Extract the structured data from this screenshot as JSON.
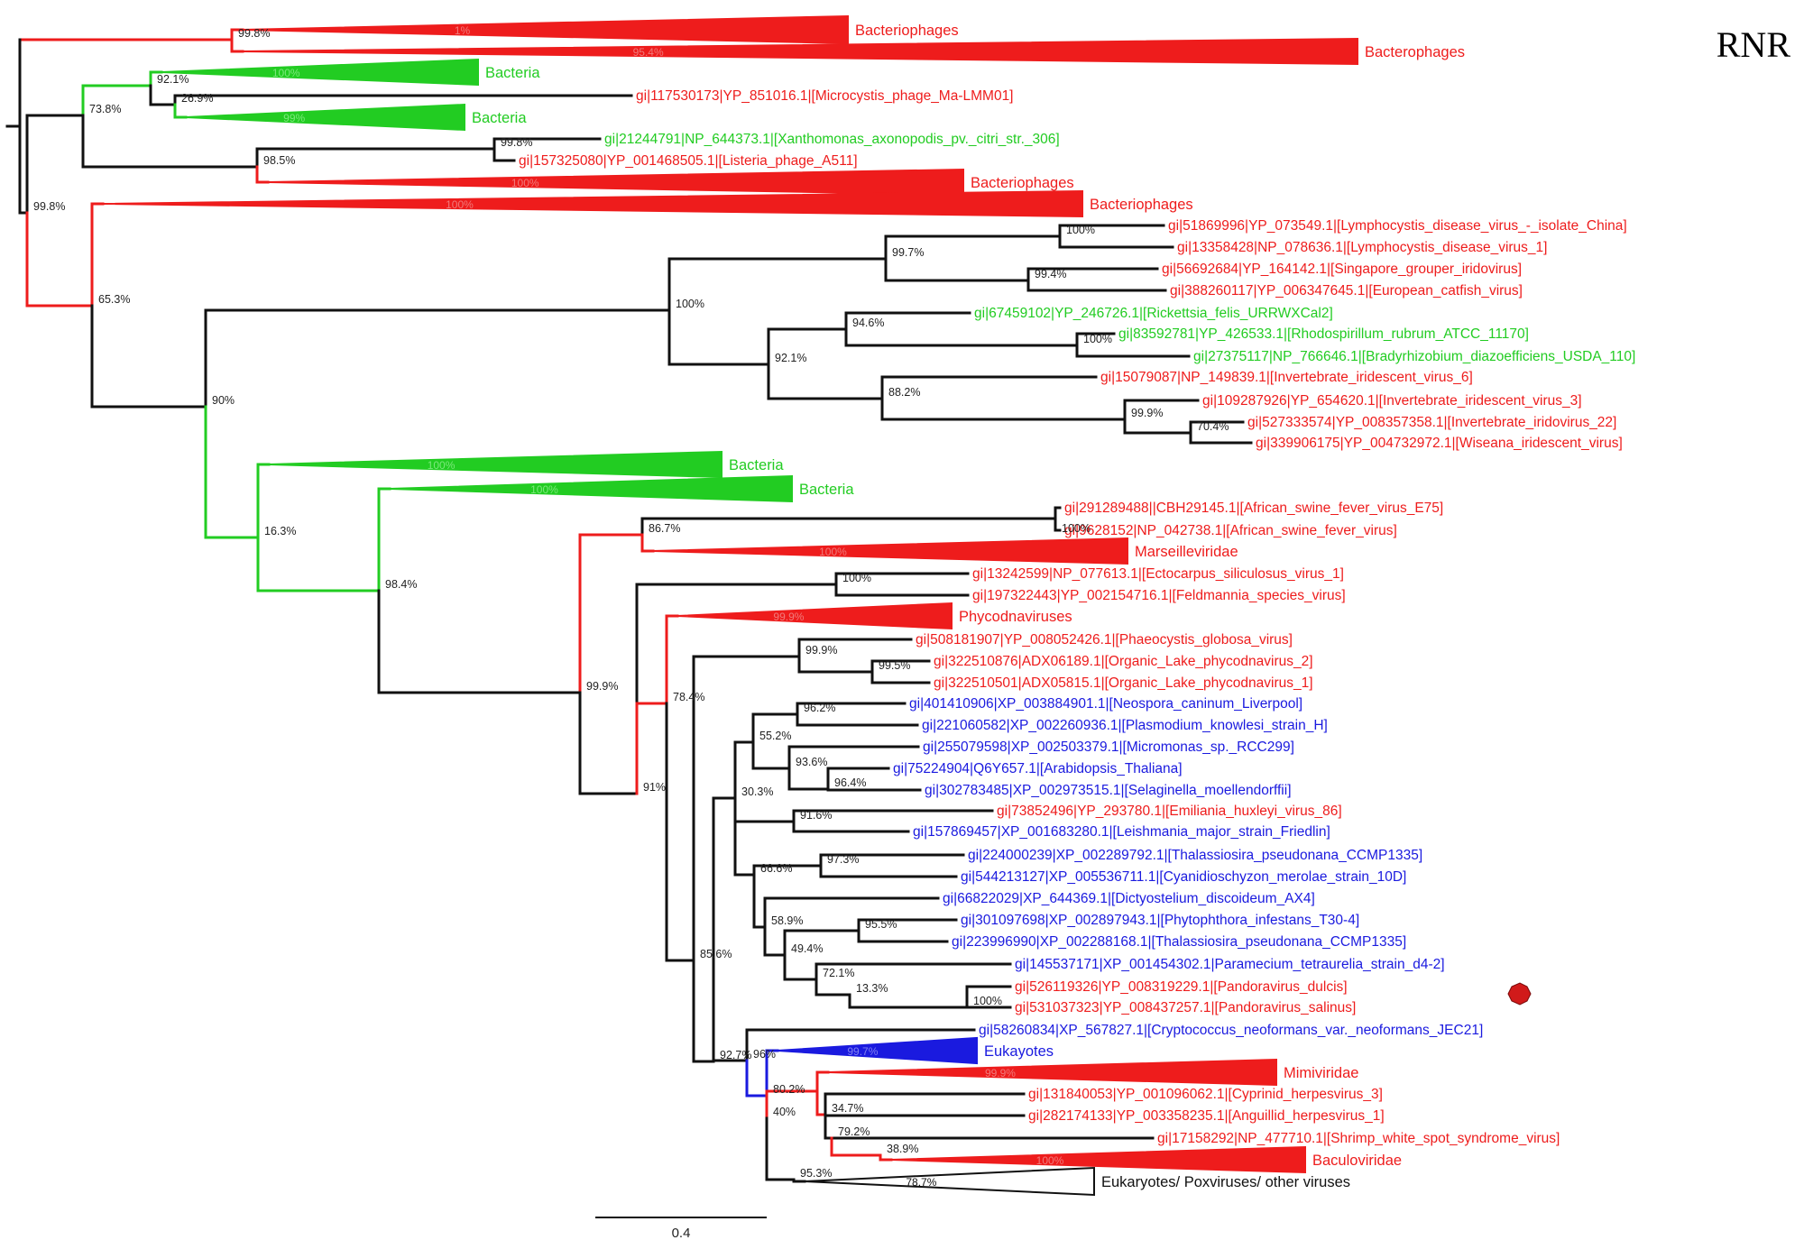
{
  "title": "RNR",
  "scale_bar_label": "0.4",
  "colors": {
    "virus": "#ee1c1c",
    "bacteria": "#22cc22",
    "eukaryote": "#1a1adf",
    "other": "#111111",
    "marker": "#d11a1a"
  },
  "leaves": {
    "microcystis": "gi|117530173|YP_851016.1|[Microcystis_phage_Ma-LMM01]",
    "xanthomonas": "gi|21244791|NP_644373.1|[Xanthomonas_axonopodis_pv._citri_str._306]",
    "listeria": "gi|157325080|YP_001468505.1|[Listeria_phage_A511]",
    "lcdv_china": "gi|51869996|YP_073549.1|[Lymphocystis_disease_virus_-_isolate_China]",
    "lcdv1": "gi|13358428|NP_078636.1|[Lymphocystis_disease_virus_1]",
    "grouper": "gi|56692684|YP_164142.1|[Singapore_grouper_iridovirus]",
    "catfish": "gi|388260117|YP_006347645.1|[European_catfish_virus]",
    "rickettsia": "gi|67459102|YP_246726.1|[Rickettsia_felis_URRWXCal2]",
    "rhodospirillum": "gi|83592781|YP_426533.1|[Rhodospirillum_rubrum_ATCC_11170]",
    "bradyrhizobium": "gi|27375117|NP_766646.1|[Bradyrhizobium_diazoefficiens_USDA_110]",
    "iiv6": "gi|15079087|NP_149839.1|[Invertebrate_iridescent_virus_6]",
    "iiv3": "gi|109287926|YP_654620.1|[Invertebrate_iridescent_virus_3]",
    "iiv22": "gi|527333574|YP_008357358.1|[Invertebrate_iridovirus_22]",
    "wiseana": "gi|339906175|YP_004732972.1|[Wiseana_iridescent_virus]",
    "asfv_e75": "gi|291289488||CBH29145.1|[African_swine_fever_virus_E75]",
    "asfv": "gi|9628152|NP_042738.1|[African_swine_fever_virus]",
    "ectocarpus": "gi|13242599|NP_077613.1|[Ectocarpus_siliculosus_virus_1]",
    "feldmannia": "gi|197322443|YP_002154716.1|[Feldmannia_species_virus]",
    "phaeocystis": "gi|508181907|YP_008052426.1|[Phaeocystis_globosa_virus]",
    "olpv2": "gi|322510876|ADX06189.1|[Organic_Lake_phycodnavirus_2]",
    "olpv1": "gi|322510501|ADX05815.1|[Organic_Lake_phycodnavirus_1]",
    "neospora": "gi|401410906|XP_003884901.1|[Neospora_caninum_Liverpool]",
    "plasmodium": "gi|221060582|XP_002260936.1|[Plasmodium_knowlesi_strain_H]",
    "micromonas": "gi|255079598|XP_002503379.1|[Micromonas_sp._RCC299]",
    "arabidopsis": "gi|75224904|Q6Y657.1|[Arabidopsis_Thaliana]",
    "selaginella": "gi|302783485|XP_002973515.1|[Selaginella_moellendorffii]",
    "emiliania": "gi|73852496|YP_293780.1|[Emiliania_huxleyi_virus_86]",
    "leishmania": "gi|157869457|XP_001683280.1|[Leishmania_major_strain_Friedlin]",
    "thalassiosira1": "gi|224000239|XP_002289792.1|[Thalassiosira_pseudonana_CCMP1335]",
    "cyanidioschyzon": "gi|544213127|XP_005536711.1|[Cyanidioschyzon_merolae_strain_10D]",
    "dictyostelium": "gi|66822029|XP_644369.1|[Dictyostelium_discoideum_AX4]",
    "phytophthora": "gi|301097698|XP_002897943.1|[Phytophthora_infestans_T30-4]",
    "thalassiosira2": "gi|223996990|XP_002288168.1|[Thalassiosira_pseudonana_CCMP1335]",
    "paramecium": "gi|145537171|XP_001454302.1|Paramecium_tetraurelia_strain_d4-2]",
    "pando_dulcis": "gi|526119326|YP_008319229.1|[Pandoravirus_dulcis]",
    "pando_salinus": "gi|531037323|YP_008437257.1|[Pandoravirus_salinus]",
    "cryptococcus": "gi|58260834|XP_567827.1|[Cryptococcus_neoformans_var._neoformans_JEC21]",
    "cyprinid": "gi|131840053|YP_001096062.1|[Cyprinid_herpesvirus_3]",
    "anguillid": "gi|282174133|YP_003358235.1|[Anguillid_herpesvirus_1]",
    "shrimp": "gi|17158292|NP_477710.1|[Shrimp_white_spot_syndrome_virus]"
  },
  "clades": {
    "bacteriophages_1": "Bacteriophages",
    "bacterophages": "Bacterophages",
    "bacteria_1": "Bacteria",
    "bacteria_2": "Bacteria",
    "bacteriophages_2": "Bacteriophages",
    "bacteriophages_3": "Bacteriophages",
    "bacteria_3": "Bacteria",
    "bacteria_4": "Bacteria",
    "marseilleviridae": "Marseilleviridae",
    "phycodnaviruses": "Phycodnaviruses",
    "eukayotes": "Eukayotes",
    "mimiviridae": "Mimiviridae",
    "baculoviridae": "Baculoviridae",
    "euk_pox_other": "Eukaryotes/ Poxviruses/ other viruses"
  },
  "support": {
    "n_phage_top": "99.8%",
    "n_bac_pair": "92.1%",
    "n_bac2_mic": "26.9%",
    "n_upper_group": "73.8%",
    "n_xan_lis": "99.8%",
    "n_lis_phage": "98.5%",
    "n_root_lower": "99.8%",
    "n_lower": "65.3%",
    "n_irido_big": "90%",
    "n_irido": "100%",
    "n_lcdv_grp": "99.7%",
    "n_lcdv": "100%",
    "n_grouper_cat": "99.4%",
    "n_alpha_iiv": "92.1%",
    "n_alpha": "94.6%",
    "n_rhod_brad": "100%",
    "n_iiv": "88.2%",
    "n_iiv3_grp": "99.9%",
    "n_iiv22_wis": "70.4%",
    "n_bac_big": "16.3%",
    "n_bac4_ncldv": "98.4%",
    "n_ncldv": "99.9%",
    "n_asfv_marse": "86.7%",
    "n_asfv": "100%",
    "n_phaeo_big": "91%",
    "n_ecto_feld": "100%",
    "n_phaeo_grp": "78.4%",
    "n_phaeo_ol": "99.9%",
    "n_ol": "99.5%",
    "n_euk_big": "85.6%",
    "n_euk_a": "92.7%",
    "n_euk_b": "30.3%",
    "n_api_plant": "55.2%",
    "n_api": "96.2%",
    "n_plant": "93.6%",
    "n_arab_sel": "96.4%",
    "n_emil_leish": "91.6%",
    "n_euk_c": "66.6%",
    "n_thal_cyan": "97.3%",
    "n_euk_d": "58.9%",
    "n_euk_e": "49.4%",
    "n_phyto_thal": "95.5%",
    "n_para_pando": "72.1%",
    "n_pando_grp": "13.3%",
    "n_pando": "100%",
    "n_crypto_rest": "96%",
    "n_herpes_grp": "80.2%",
    "n_mimi_herpes": "40%",
    "n_herpes": "34.7%",
    "n_shrimp_bac": "79.2%",
    "n_shrimp_bac_inner": "38.9%",
    "n_pox_grp": "95.3%"
  },
  "collapsed_support": {
    "t_bacteriophages_1": "1%",
    "t_bacterophages": "95.4%",
    "t_bacteria_1": "100%",
    "t_bacteria_2": "99%",
    "t_bacteriophages_2": "100%",
    "t_bacteriophages_3": "100%",
    "t_bacteria_3": "100%",
    "t_bacteria_4": "100%",
    "t_marseilleviridae": "100%",
    "t_phycodnaviruses": "99.9%",
    "t_eukayotes": "99.7%",
    "t_mimiviridae": "99.9%",
    "t_baculoviridae": "100%",
    "t_euk_pox_other": "78.7%"
  }
}
